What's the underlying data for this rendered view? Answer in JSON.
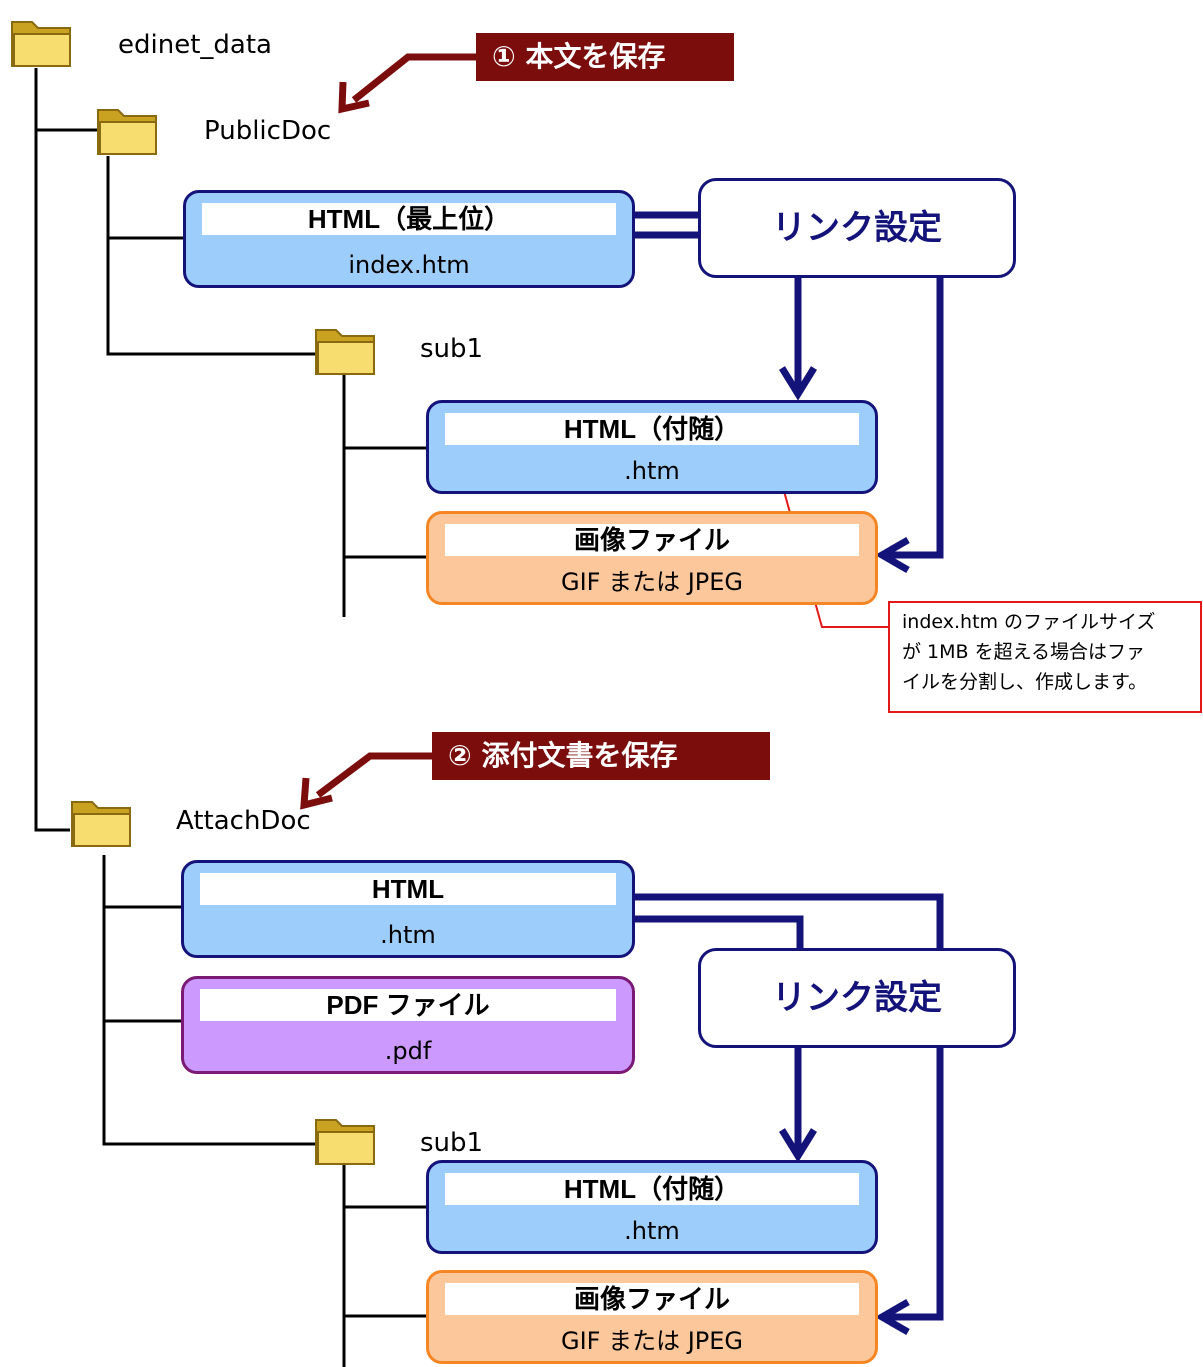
{
  "folders": {
    "root": "edinet_data",
    "public": "PublicDoc",
    "public_sub": "sub1",
    "attach": "AttachDoc",
    "attach_sub": "sub1"
  },
  "callouts": {
    "save_body": "① 本文を保存",
    "save_attach": "② 添付文書を保存"
  },
  "public_files": {
    "top_html": {
      "title": "HTML（最上位）",
      "name": "index.htm"
    },
    "sub_html": {
      "title": "HTML（付随）",
      "name": ".htm"
    },
    "sub_image": {
      "title": "画像ファイル",
      "name": "GIF または JPEG"
    }
  },
  "attach_files": {
    "html": {
      "title": "HTML",
      "name": ".htm"
    },
    "pdf": {
      "title": "PDF ファイル",
      "name": ".pdf"
    },
    "sub_html": {
      "title": "HTML（付随）",
      "name": ".htm"
    },
    "sub_image": {
      "title": "画像ファイル",
      "name": "GIF または JPEG"
    }
  },
  "link_setting": "リンク設定",
  "note": {
    "line1": "index.htm のファイルサイズ",
    "line2": "が 1MB を超える場合はファ",
    "line3": "イルを分割し、作成します。"
  },
  "colors": {
    "html_fill": "#9dcdfa",
    "html_border": "#14137a",
    "image_fill": "#fdc79c",
    "image_border": "#f68624",
    "pdf_fill": "#cc99ff",
    "pdf_border": "#7a1a74",
    "callout": "#7c0d0d",
    "note_border": "#e31919"
  }
}
